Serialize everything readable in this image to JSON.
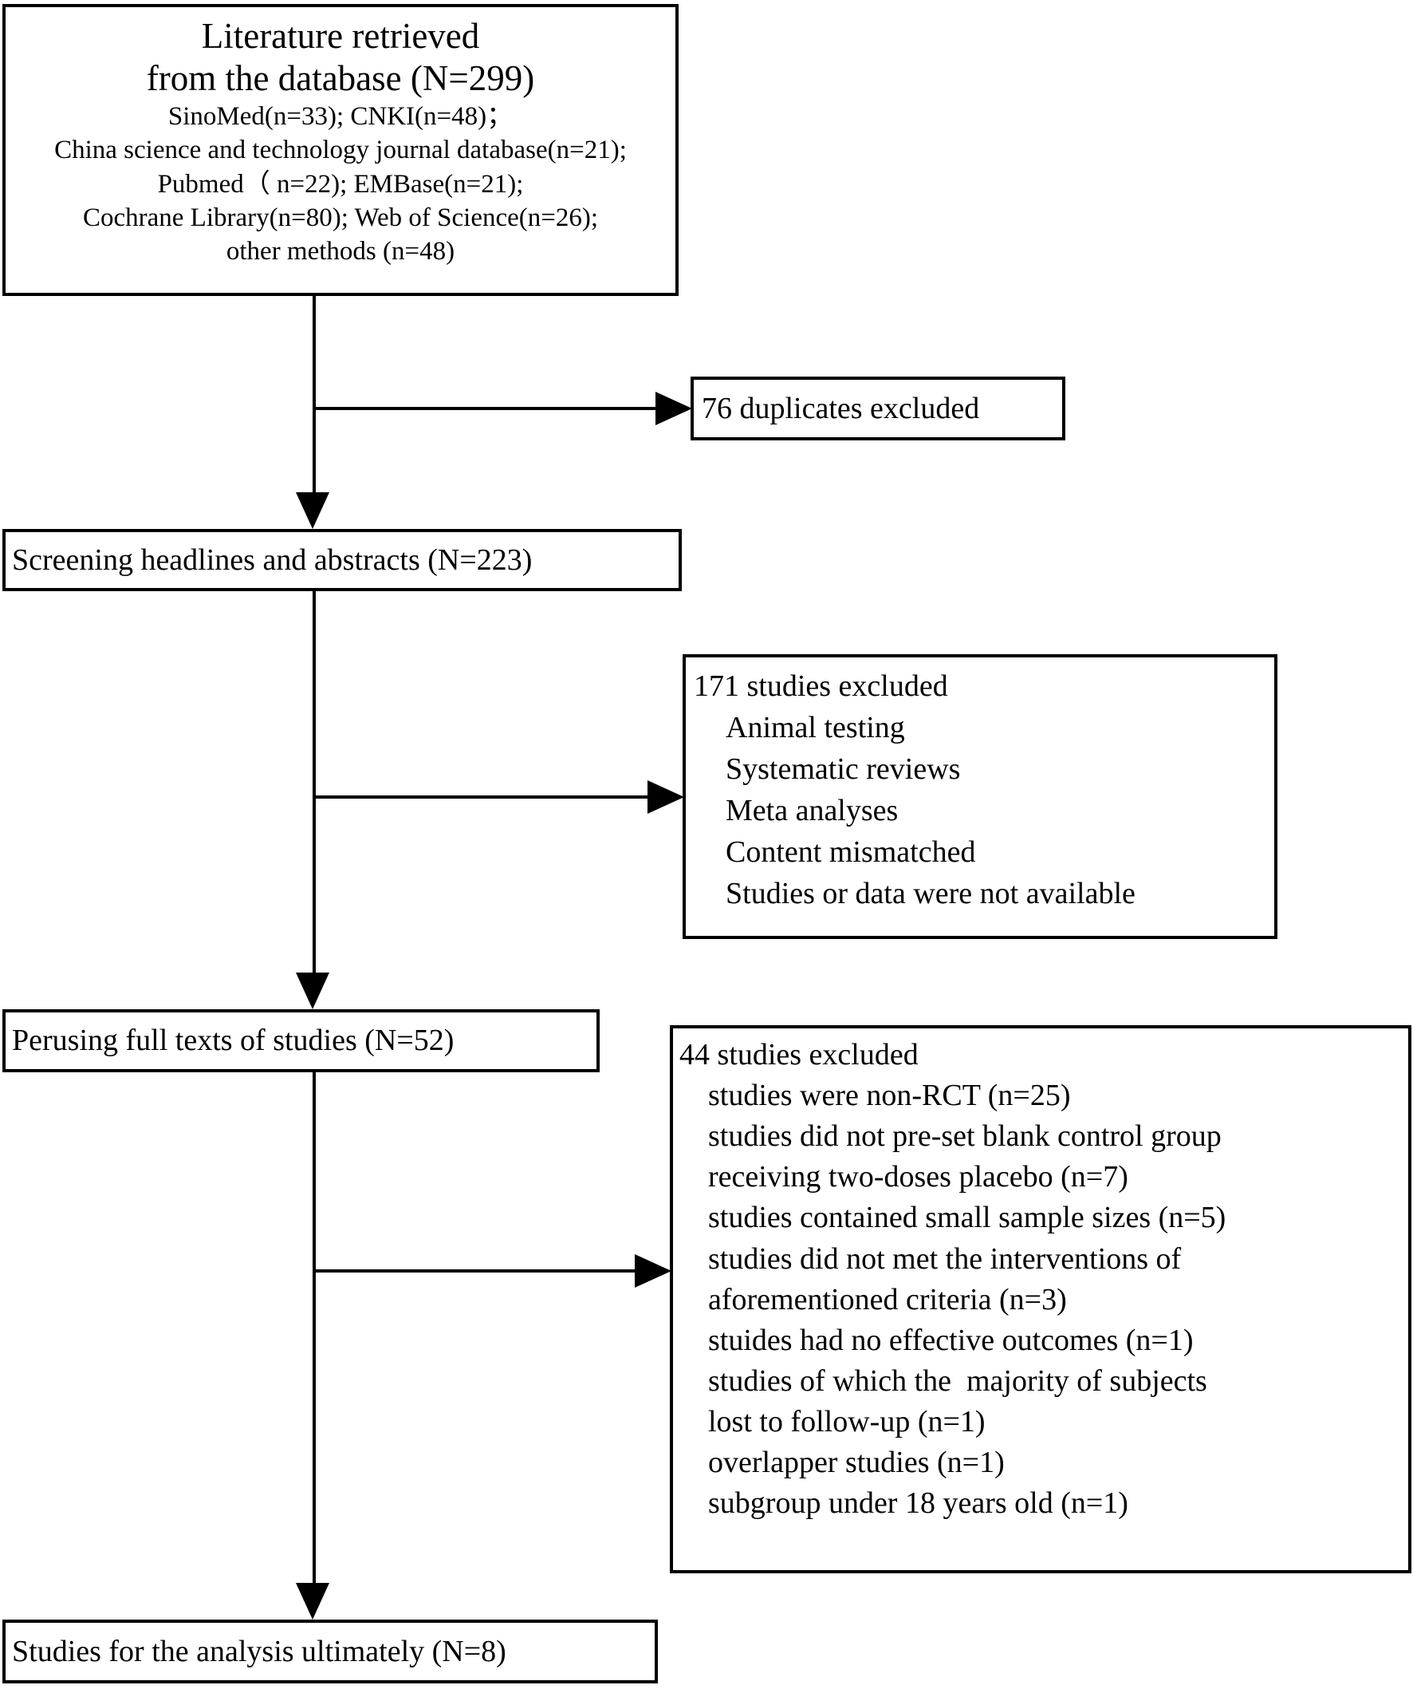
{
  "diagram": {
    "title": "PRISMA study selection flow diagram",
    "colors": {
      "stroke": "#000000",
      "fill": "#ffffff",
      "text": "#000000"
    },
    "boxes": {
      "retrieved": {
        "headline_line1": "Literature retrieved",
        "headline_line2": "from the database (N=299)",
        "sources": [
          "SinoMed(n=33); CNKI(n=48)；",
          "China science and technology journal database(n=21);",
          "Pubmed（ n=22); EMBase(n=21);",
          "Cochrane Library(n=80); Web of Science(n=26);",
          "other methods (n=48)"
        ]
      },
      "duplicates_excluded": {
        "label": "76 duplicates excluded"
      },
      "screening": {
        "label": "Screening headlines and abstracts (N=223)"
      },
      "excluded_171": {
        "heading": "171 studies excluded",
        "reasons": [
          "Animal testing",
          "Systematic reviews",
          "Meta analyses",
          "Content mismatched",
          "Studies or data were not available"
        ]
      },
      "perusing": {
        "label": "Perusing full texts of studies (N=52)"
      },
      "excluded_44": {
        "heading": "44 studies excluded",
        "reasons": [
          "studies were non-RCT (n=25)",
          "studies did not pre-set blank control group",
          "receiving two-doses placebo (n=7)",
          "studies contained small sample sizes (n=5)",
          "studies did not met the interventions of",
          "aforementioned criteria (n=3)",
          "stuides had no effective outcomes (n=1)",
          "studies of which the  majority of subjects",
          "lost to follow-up (n=1)",
          "overlapper studies (n=1)",
          "subgroup under 18 years old (n=1)"
        ]
      },
      "final": {
        "label": "Studies for the analysis ultimately (N=8)"
      }
    },
    "connectors": [
      {
        "name": "retrieved-to-screening",
        "type": "vertical-arrow"
      },
      {
        "name": "branch-to-duplicates",
        "type": "horizontal-arrow"
      },
      {
        "name": "screening-to-perusing",
        "type": "vertical-arrow"
      },
      {
        "name": "branch-to-excluded-171",
        "type": "horizontal-arrow"
      },
      {
        "name": "perusing-to-final",
        "type": "vertical-arrow"
      },
      {
        "name": "branch-to-excluded-44",
        "type": "horizontal-arrow"
      }
    ]
  }
}
